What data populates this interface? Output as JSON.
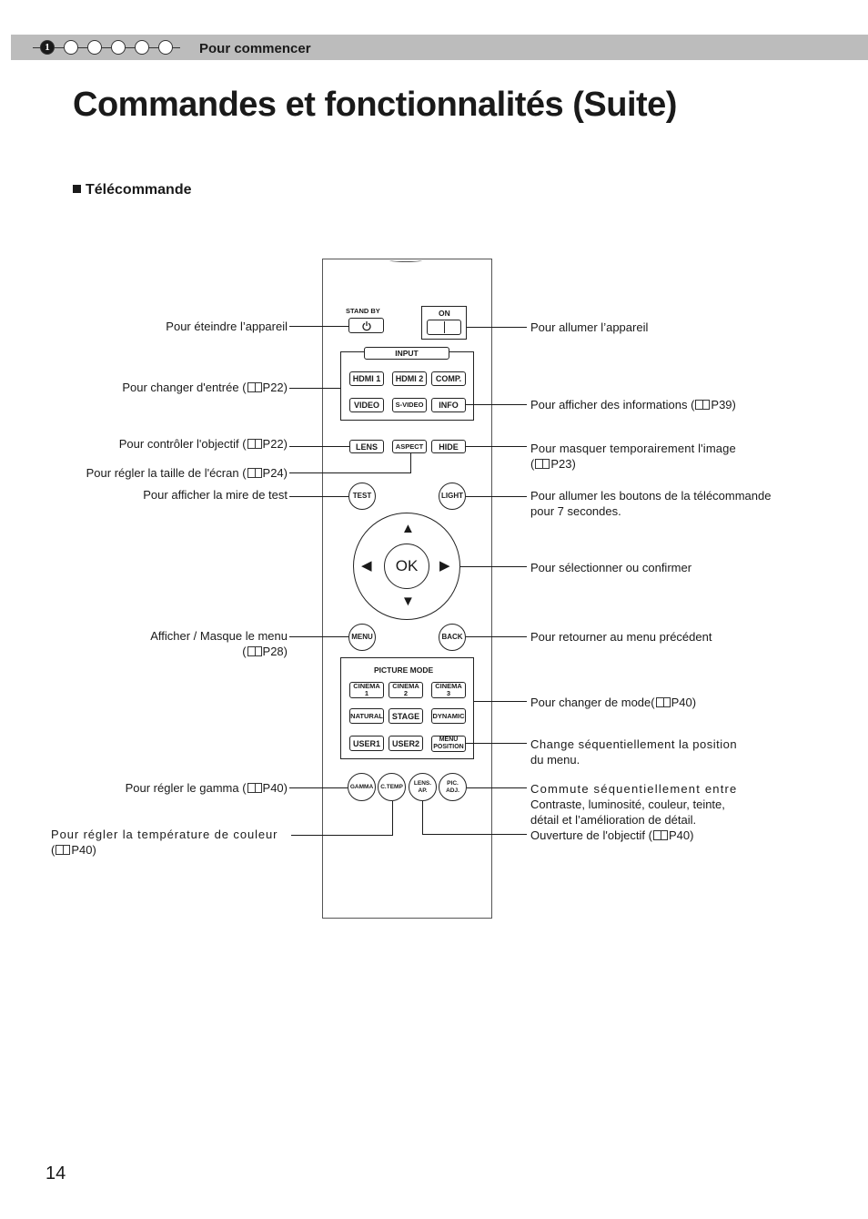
{
  "header": {
    "chapter_number": "1",
    "section": "Pour commencer"
  },
  "title": "Commandes et fonctionnalités (Suite)",
  "subheading": "Télécommande",
  "remote": {
    "standby_label": "STAND BY",
    "on_label": "ON",
    "input_label": "INPUT",
    "hdmi1": "HDMI 1",
    "hdmi2": "HDMI 2",
    "comp": "COMP.",
    "video": "VIDEO",
    "svideo": "S-VIDEO",
    "info": "INFO",
    "lens": "LENS",
    "aspect": "ASPECT",
    "hide": "HIDE",
    "test": "TEST",
    "light": "LIGHT",
    "ok": "OK",
    "menu": "MENU",
    "back": "BACK",
    "picture_mode_label": "PICTURE MODE",
    "cinema1_a": "CINEMA",
    "cinema1_b": "1",
    "cinema2_a": "CINEMA",
    "cinema2_b": "2",
    "cinema3_a": "CINEMA",
    "cinema3_b": "3",
    "natural": "NATURAL",
    "stage": "STAGE",
    "dynamic": "DYNAMIC",
    "user1": "USER1",
    "user2": "USER2",
    "menu_position_a": "MENU",
    "menu_position_b": "POSITION",
    "gamma": "GAMMA",
    "ctemp": "C.TEMP",
    "lensap_a": "LENS.",
    "lensap_b": "AP.",
    "picadj_a": "PIC.",
    "picadj_b": "ADJ."
  },
  "left_labels": {
    "standby": "Pour éteindre l’appareil",
    "input_a": "Pour changer d'entrée (",
    "input_ref": "P22)",
    "lens_a": "Pour contrôler l'objectif (",
    "lens_ref": "P22)",
    "aspect_a": "Pour régler la taille de l'écran (",
    "aspect_ref": "P24)",
    "test": "Pour afficher la mire de test",
    "menu_a": "Afficher / Masque le menu",
    "menu_b_open": "(",
    "menu_ref": "P28)",
    "gamma_a": "Pour régler le gamma (",
    "gamma_ref": "P40)",
    "ctemp_a": "Pour régler la température de couleur",
    "ctemp_b_open": "(",
    "ctemp_ref": "P40)"
  },
  "right_labels": {
    "on": "Pour allumer l’appareil",
    "info_a": "Pour afficher des informations (",
    "info_ref": "P39)",
    "hide_a": "Pour masquer temporairement l'image",
    "hide_b_open": "(",
    "hide_ref": "P23)",
    "light_a": "Pour allumer les boutons de la télécommande",
    "light_b": "pour 7 secondes.",
    "ok": "Pour sélectionner ou confirmer",
    "back": "Pour retourner au menu précédent",
    "picmode_a": "Pour changer de mode(",
    "picmode_ref": "P40)",
    "menupos_a": "Change séquentiellement la position",
    "menupos_b": "du menu.",
    "picadj_a": "Commute séquentiellement entre",
    "picadj_b": "Contraste, luminosité, couleur, teinte,",
    "picadj_c": "détail et l’amélioration de détail.",
    "lensap_a": "Ouverture de l'objectif (",
    "lensap_ref": "P40)"
  },
  "page_number": "14"
}
